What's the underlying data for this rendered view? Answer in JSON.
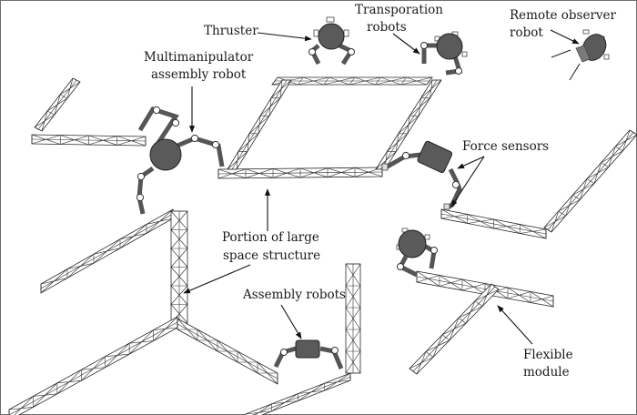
{
  "figure": {
    "title": "Space robots assembling a large space structure",
    "labels": {
      "thruster": "Thruster",
      "transport_1": "Transporation",
      "transport_2": "robots",
      "remote_1": "Remote observer",
      "remote_2": "robot",
      "multi_1": "Multimanipulator",
      "multi_2": "assembly robot",
      "force": "Force sensors",
      "portion_1": "Portion of large",
      "portion_2": "space structure",
      "assembly": "Assembly robots",
      "flexible_1": "Flexible",
      "flexible_2": "module"
    },
    "colors": {
      "robot_body": "#5a5a5a",
      "outline": "#2a2a2a",
      "background": "#ffffff"
    }
  }
}
